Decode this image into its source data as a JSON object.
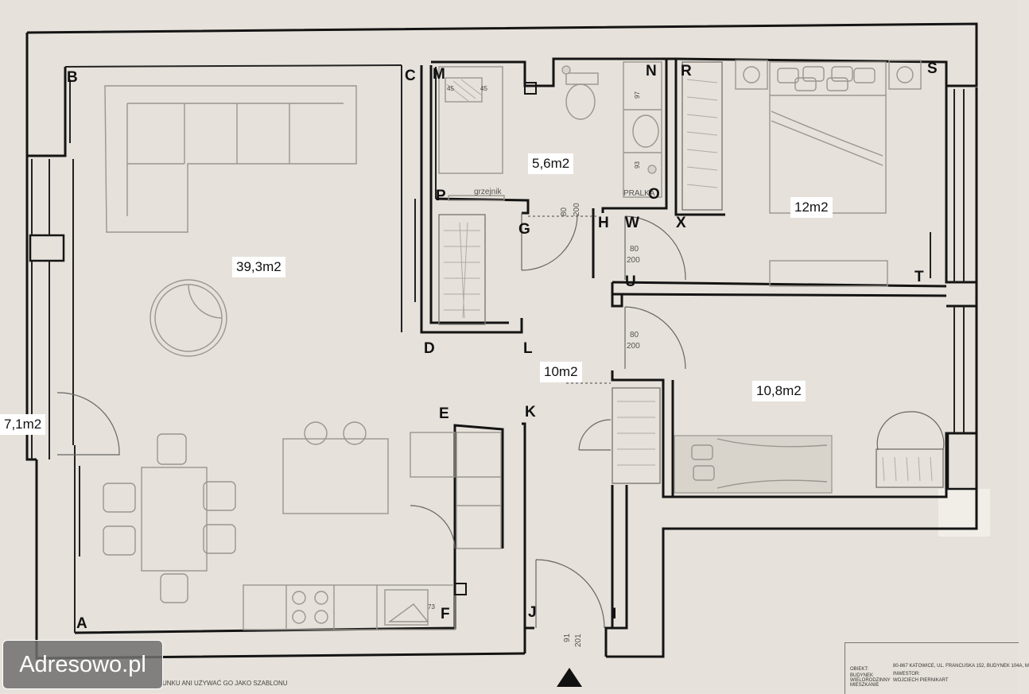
{
  "points": {
    "A": "A",
    "B": "B",
    "C": "C",
    "D": "D",
    "E": "E",
    "F": "F",
    "G": "G",
    "H": "H",
    "I": "I",
    "J": "J",
    "K": "K",
    "L": "L",
    "M": "M",
    "N": "N",
    "O": "O",
    "P": "P",
    "R": "R",
    "S": "S",
    "T": "T",
    "U": "U",
    "W": "W",
    "X": "X"
  },
  "areas": {
    "living": "39,3m2",
    "bathroom": "5,6m2",
    "bedroom_large": "12m2",
    "hall": "10m2",
    "bedroom_small": "10,8m2",
    "balcony": "7,1m2"
  },
  "fixture_labels": {
    "radiator": "grzejnik",
    "washer": "PRALKA",
    "shower_w": "45",
    "shower_h": "45",
    "dim_97": "97",
    "dim_93": "93",
    "dim_73": "73"
  },
  "doors": {
    "bath_door_w": "80",
    "bath_door_h": "200",
    "bed1_door_w": "80",
    "bed1_door_h": "200",
    "bed2_door_w": "80",
    "bed2_door_h": "200",
    "entry_door_w": "91",
    "entry_door_h": "201"
  },
  "title_block": {
    "object_label": "OBIEKT:",
    "object_value": "BUDYNEK WIELORODZINNY MIESZKANIE",
    "address": "80-867 KATOWICE, UL. FRANCUSKA 152, BUDYNEK 104A, M",
    "investor_label": "INWESTOR:",
    "investor_value": "WOJCIECH PIERNIKART"
  },
  "footer_note": "UNKU ANI UŻYWAĆ GO JAKO SZABLONU",
  "watermark": "Adresowo.pl"
}
